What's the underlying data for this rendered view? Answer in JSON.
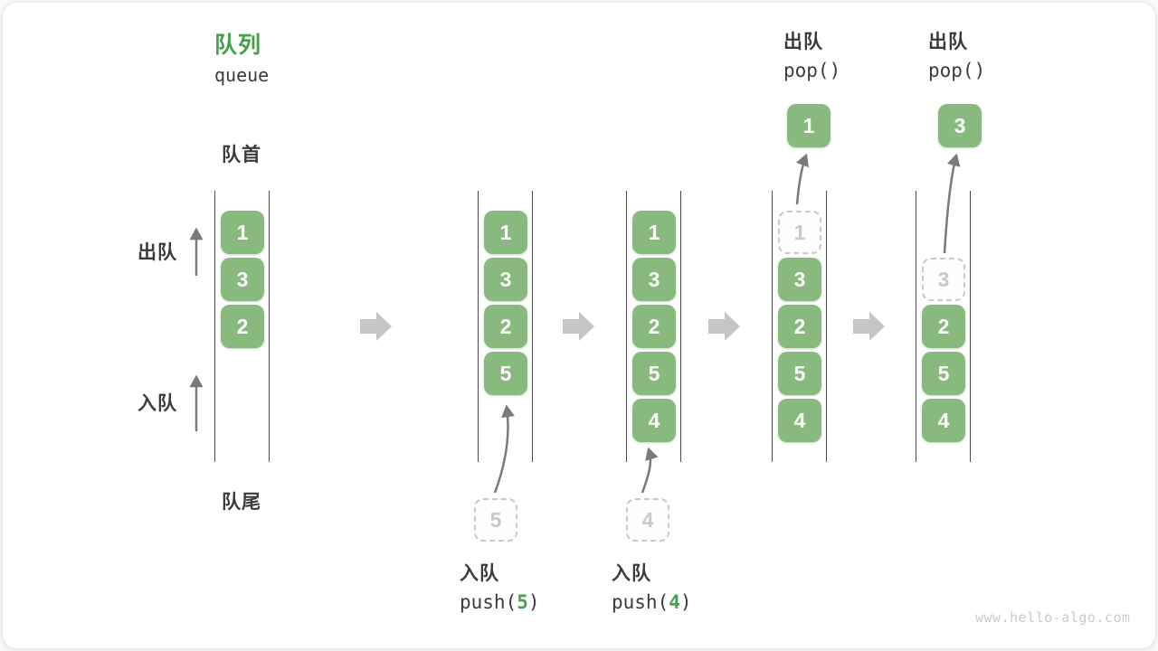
{
  "title": {
    "zh": "队列",
    "en": "queue"
  },
  "side_labels": {
    "front": "队首",
    "rear": "队尾",
    "dequeue": "出队",
    "enqueue": "入队"
  },
  "colors": {
    "accent_green": "#44a04a",
    "box_green": "#88ba7d",
    "block_arrow_gray": "#c5c5c5",
    "thin_arrow_gray": "#7a7a7a",
    "ghost_gray": "#c9c9c9",
    "text_dark": "#3b3b3b"
  },
  "states": [
    {
      "slots": [
        "1",
        "3",
        "2"
      ]
    },
    {
      "slots": [
        "1",
        "3",
        "2",
        "5"
      ],
      "incoming": "5"
    },
    {
      "slots": [
        "1",
        "3",
        "2",
        "5",
        "4"
      ],
      "incoming": "4"
    },
    {
      "ghost": "1",
      "slots": [
        "3",
        "2",
        "5",
        "4"
      ],
      "popped": "1"
    },
    {
      "ghost": "3",
      "slots": [
        "2",
        "5",
        "4"
      ],
      "popped": "3"
    }
  ],
  "operations": [
    {
      "action": "入队",
      "call_pre": "push(",
      "arg": "5",
      "call_post": ")"
    },
    {
      "action": "入队",
      "call_pre": "push(",
      "arg": "4",
      "call_post": ")"
    },
    {
      "action": "出队",
      "call": "pop()"
    },
    {
      "action": "出队",
      "call": "pop()"
    }
  ],
  "watermark": "www.hello-algo.com"
}
